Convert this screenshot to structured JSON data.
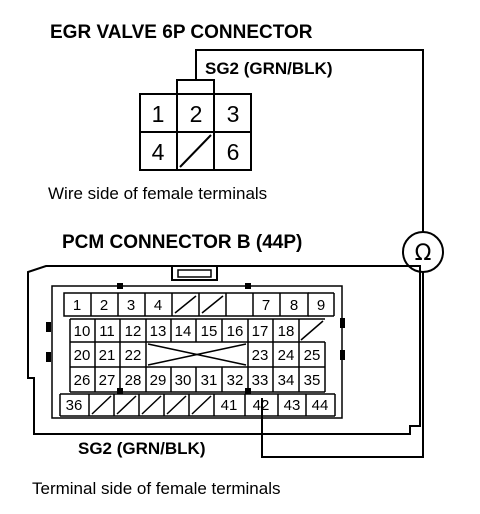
{
  "egr": {
    "title": "EGR VALVE 6P CONNECTOR",
    "wire_label": "SG2 (GRN/BLK)",
    "caption": "Wire side of female terminals",
    "pins": [
      "1",
      "2",
      "3",
      "4",
      "",
      "6"
    ]
  },
  "pcm": {
    "title": "PCM CONNECTOR B (44P)",
    "wire_label": "SG2 (GRN/BLK)",
    "caption": "Terminal side of female terminals",
    "rows": [
      [
        "1",
        "2",
        "3",
        "4",
        "",
        "",
        "7",
        "8",
        "9"
      ],
      [
        "10",
        "11",
        "12",
        "13",
        "14",
        "15",
        "16",
        "17",
        "18",
        ""
      ],
      [
        "20",
        "21",
        "22",
        "",
        "23",
        "24",
        "25"
      ],
      [
        "26",
        "27",
        "28",
        "29",
        "30",
        "31",
        "32",
        "33",
        "34",
        "35"
      ],
      [
        "36",
        "",
        "",
        "",
        "",
        "",
        "41",
        "42",
        "43",
        "44"
      ]
    ]
  },
  "meter": {
    "symbol": "Ω",
    "icon": "ohmmeter-icon"
  }
}
